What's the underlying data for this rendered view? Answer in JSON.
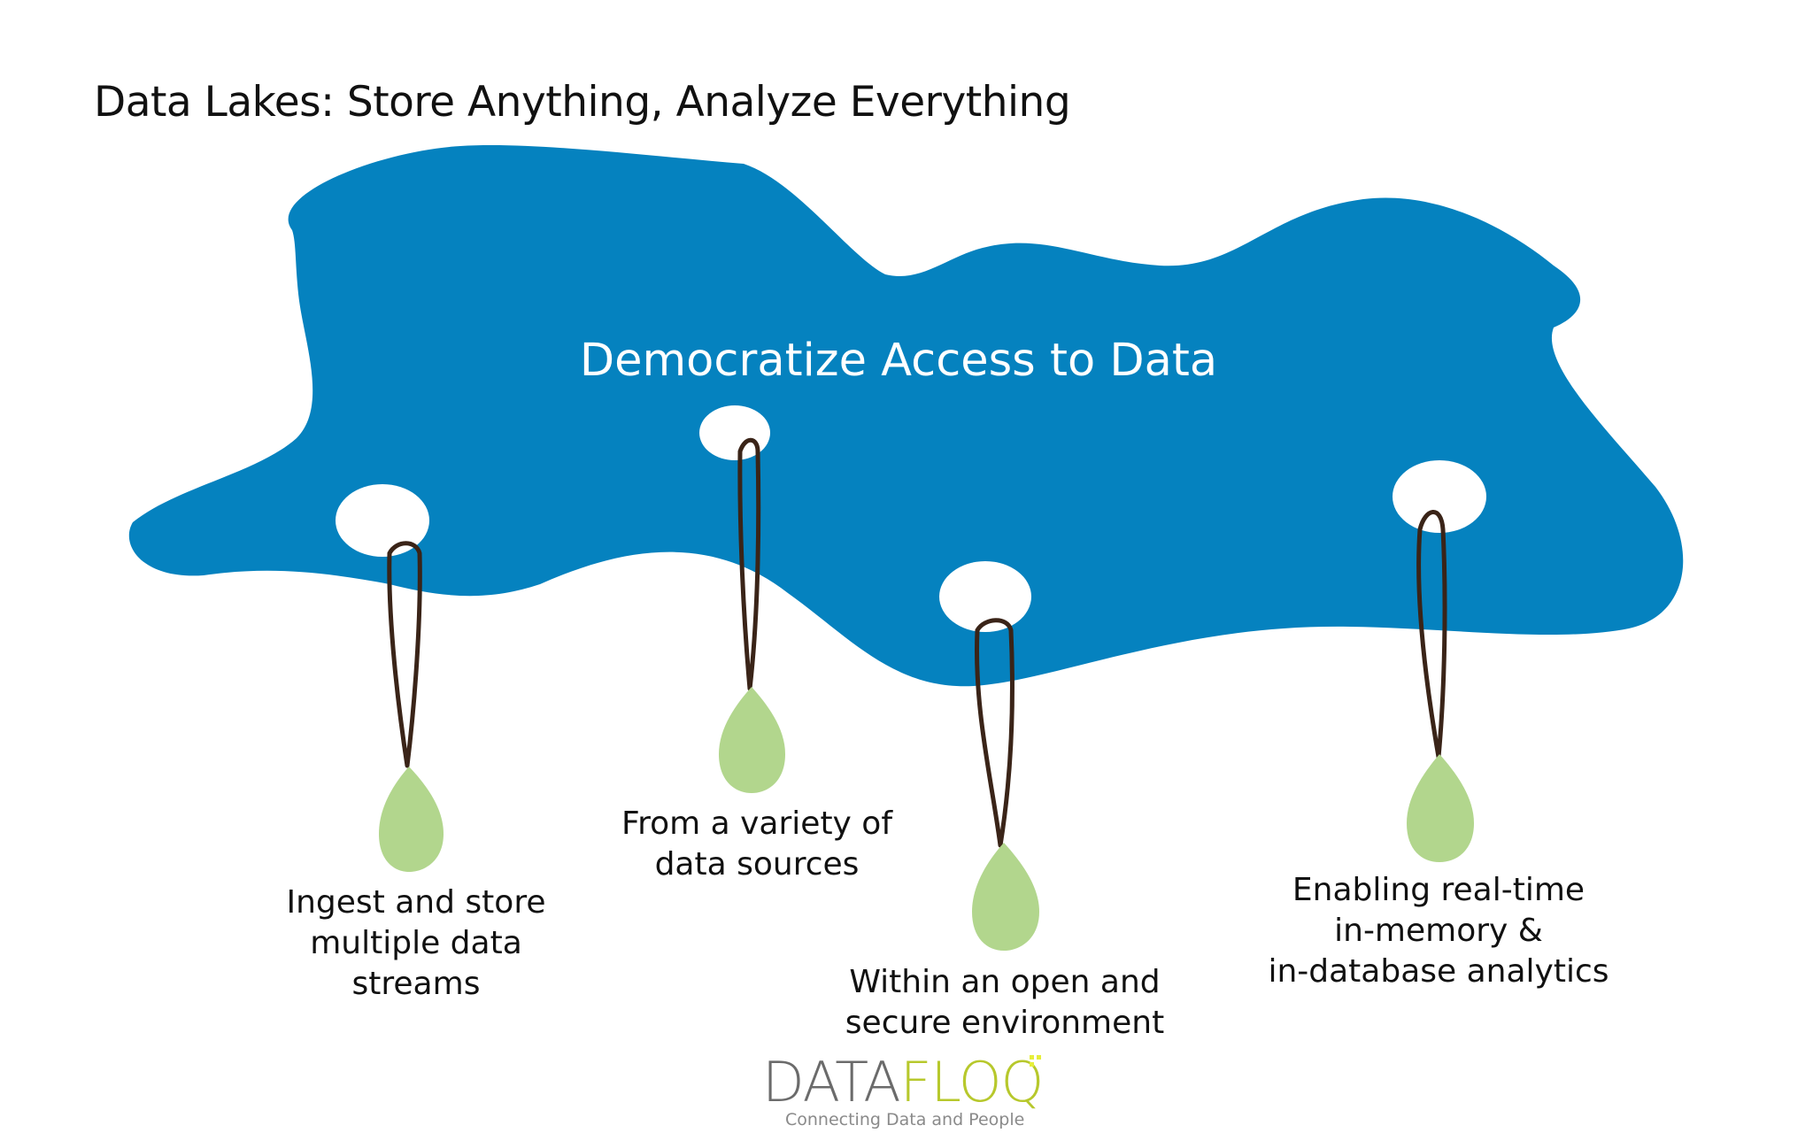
{
  "title": "Data Lakes: Store Anything, Analyze Everything",
  "center_label": "Democratize Access to Data",
  "captions": [
    "Ingest and store\nmultiple data\nstreams",
    "From a variety of\ndata sources",
    "Within an open and\nsecure environment",
    "Enabling real-time\nin-memory &\nin-database analytics"
  ],
  "logo": {
    "data": "DATA",
    "floq": "FLOQ",
    "tagline": "Connecting Data and People"
  },
  "colors": {
    "lake": "#0582bf",
    "drop": "#b2d68d",
    "line": "#3a2418",
    "hole": "#ffffff",
    "logo_data": "#6b6b6b",
    "logo_floq": "#b7c82c"
  }
}
